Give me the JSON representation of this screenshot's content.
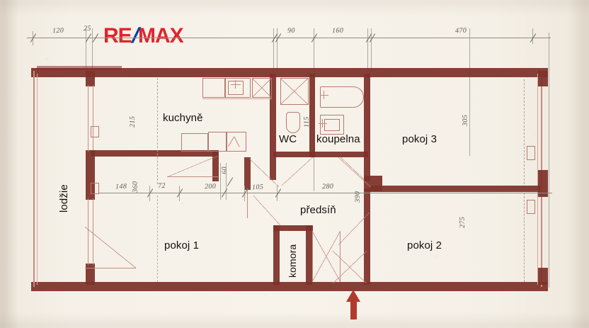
{
  "document": {
    "kind": "floor-plan",
    "language": "cs"
  },
  "branding": {
    "logo_re": "RE",
    "logo_slash": "/",
    "logo_max": "MAX"
  },
  "rooms": [
    {
      "id": "lodzie",
      "label": "lodžie",
      "orientation": "vertical"
    },
    {
      "id": "kuchyne",
      "label": "kuchyně",
      "orientation": "horizontal"
    },
    {
      "id": "wc",
      "label": "WC",
      "orientation": "horizontal"
    },
    {
      "id": "koupelna",
      "label": "koupelna",
      "orientation": "horizontal"
    },
    {
      "id": "pokoj3",
      "label": "pokoj 3",
      "orientation": "horizontal"
    },
    {
      "id": "predsin",
      "label": "předsíň",
      "orientation": "horizontal"
    },
    {
      "id": "pokoj1",
      "label": "pokoj 1",
      "orientation": "horizontal"
    },
    {
      "id": "pokoj2",
      "label": "pokoj 2",
      "orientation": "horizontal"
    },
    {
      "id": "komora",
      "label": "komora",
      "orientation": "vertical"
    }
  ],
  "dimensions": {
    "top_chain": [
      "120",
      "25",
      "90",
      "160",
      "470"
    ],
    "middle_chain": [
      "148",
      "72",
      "200",
      "105",
      "280"
    ],
    "vertical": {
      "kuchyne_height": "215",
      "kuchyne_niche": "60",
      "wc_width": "115",
      "pokoj1_height": "360",
      "pokoj3_height": "305",
      "pokoj2_height": "275",
      "predsin_length": "390"
    }
  },
  "annotations": {
    "entrance": "entrance-arrow"
  }
}
